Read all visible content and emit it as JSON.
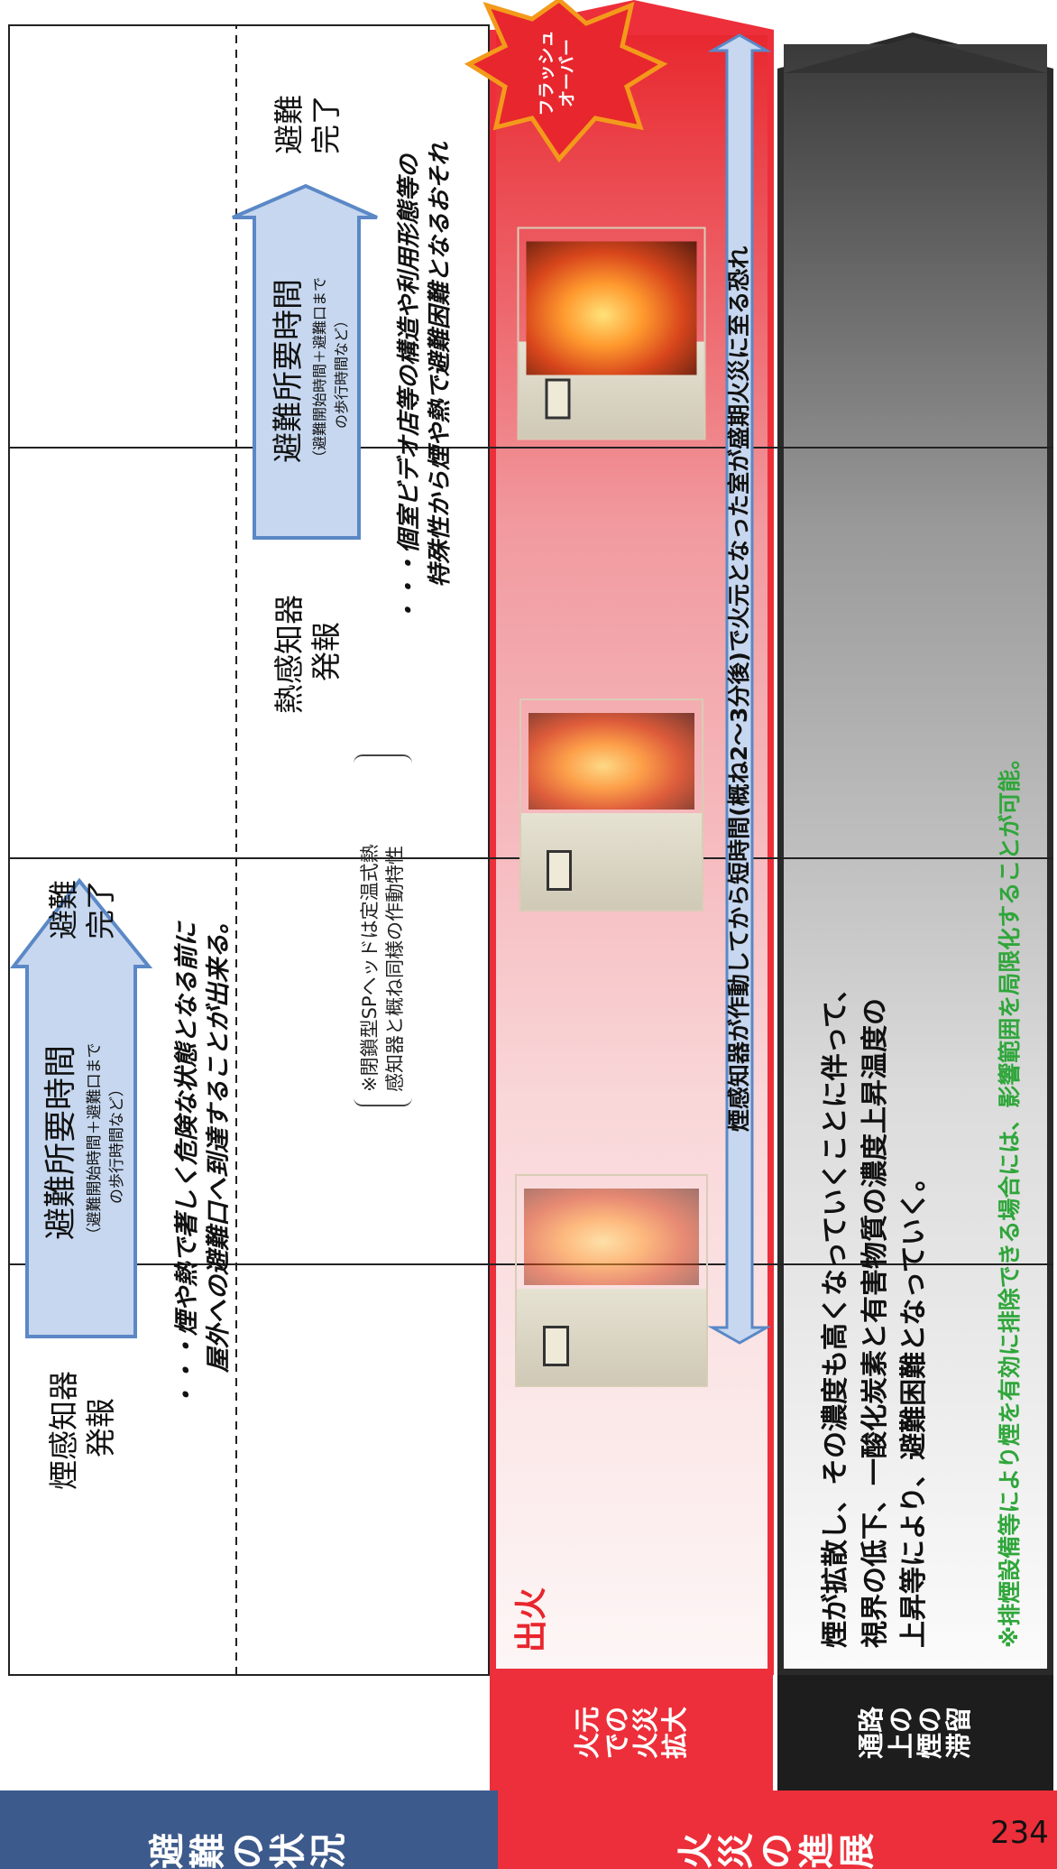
{
  "headers": {
    "evacuation_status": "避 難 の 状 況",
    "fire_progress": "火 災 の 進 展"
  },
  "rows": {
    "fire_spread_label": [
      "火元",
      "での",
      "火災",
      "拡大"
    ],
    "smoke_label": [
      "通路",
      "上の",
      "煙の",
      "滞留"
    ]
  },
  "evacuation": {
    "smoke_alarm": [
      "煙感知器",
      "発報"
    ],
    "time_title_1": "避難所要時間",
    "time_sub_1": [
      "（避難開始時間＋避難口まで",
      "の歩行時間など）"
    ],
    "complete_1": [
      "避難",
      "完了"
    ],
    "note_1": [
      "・・・煙や熱で著しく危険な状態となる前に",
      "屋外への避難口へ到達することが出来る。"
    ],
    "sp_note": [
      "※閉鎖型SPヘッドは定温式熱",
      "感知器と概ね同様の作動特性"
    ],
    "heat_alarm": [
      "熱感知器",
      "発報"
    ],
    "time_title_2": "避難所要時間",
    "time_sub_2": [
      "（避難開始時間＋避難口まで",
      "の歩行時間など）"
    ],
    "complete_2": [
      "避難",
      "完了"
    ],
    "note_2": [
      "・・・個室ビデオ店等の構造や利用形態等の",
      "特殊性から煙や熱で避難困難となるおそれ"
    ]
  },
  "fire": {
    "ignition": "出火",
    "flashover": [
      "フラッシュ",
      "オーバー"
    ],
    "arrow_text": "煙感知器が作動してから短時間(概ね2～3分後)で火元となった室が盛期火災に至る恐れ"
  },
  "smoke": {
    "description": [
      "煙が拡散し、その濃度も高くなっていくことに伴って、",
      "視界の低下、一酸化炭素と有害物質の濃度上昇温度の",
      "上昇等により、避難困難となっていく。"
    ],
    "green_note": "※排煙設備等により煙を有効に排除できる場合には、影響範囲を局限化することが可能。"
  },
  "page_number": "234",
  "colors": {
    "navy": "#3d5a8c",
    "red": "#ec2f3a",
    "arrow_fill": "#c6d7ef",
    "arrow_stroke": "#5b88c6",
    "green": "#2fa63a"
  }
}
